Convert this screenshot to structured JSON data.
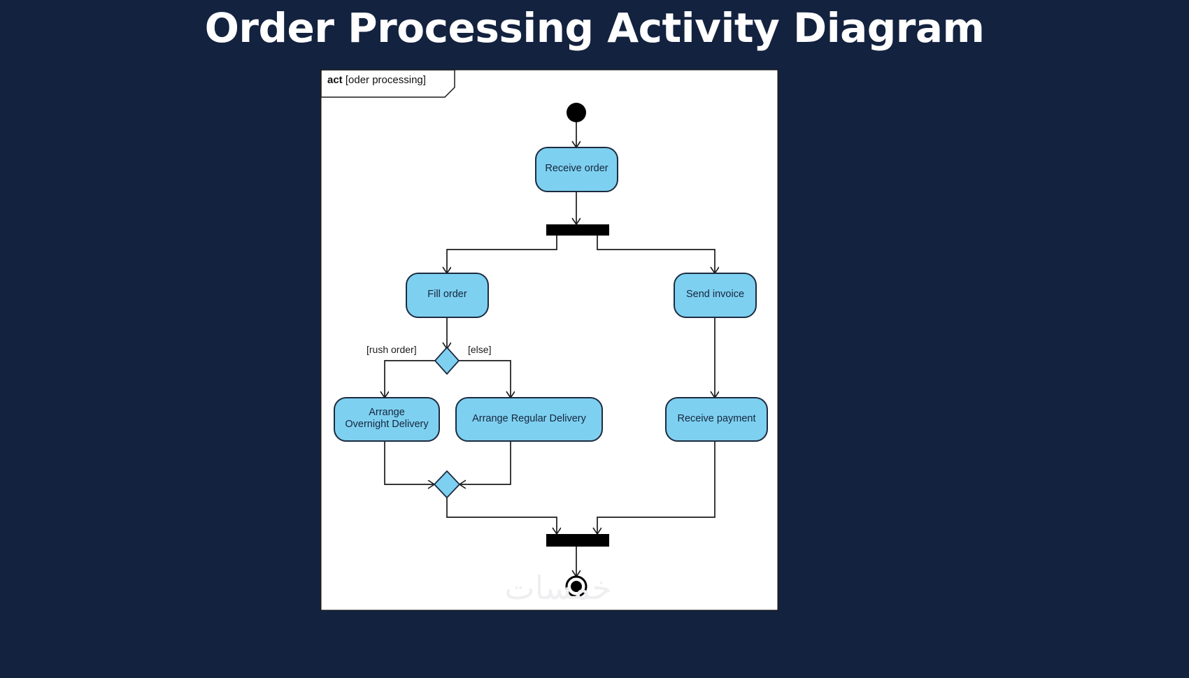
{
  "page": {
    "title": "Order Processing Activity Diagram",
    "background_color": "#13223f",
    "canvas_color": "#ffffff"
  },
  "frame": {
    "keyword": "act",
    "name": "[oder processing]"
  },
  "watermark": {
    "text": "خمسات"
  },
  "theme": {
    "node_fill": "#7ed0f0",
    "node_stroke": "#1d2b3f",
    "line_color": "#1a1a1a",
    "bar_color": "#000000",
    "text_color": "#15263d"
  },
  "diagram": {
    "type": "uml-activity-diagram",
    "nodes": [
      {
        "id": "start",
        "type": "initial-node",
        "label": ""
      },
      {
        "id": "receive-order",
        "type": "action",
        "label": "Receive order"
      },
      {
        "id": "fork",
        "type": "fork-bar",
        "label": ""
      },
      {
        "id": "fill-order",
        "type": "action",
        "label": "Fill order"
      },
      {
        "id": "send-invoice",
        "type": "action",
        "label": "Send invoice"
      },
      {
        "id": "decision",
        "type": "decision-node",
        "label": ""
      },
      {
        "id": "arrange-overnight-delivery",
        "type": "action",
        "label": "Arrange\nOvernight Delivery"
      },
      {
        "id": "arrange-regular-delivery",
        "type": "action",
        "label": "Arrange Regular Delivery"
      },
      {
        "id": "receive-payment",
        "type": "action",
        "label": "Receive payment"
      },
      {
        "id": "merge",
        "type": "merge-node",
        "label": ""
      },
      {
        "id": "join",
        "type": "join-bar",
        "label": ""
      },
      {
        "id": "end",
        "type": "final-node",
        "label": ""
      }
    ],
    "guards": {
      "rush": "[rush order]",
      "else": "[else]"
    },
    "edges": [
      {
        "from": "start",
        "to": "receive-order",
        "guard": ""
      },
      {
        "from": "receive-order",
        "to": "fork",
        "guard": ""
      },
      {
        "from": "fork",
        "to": "fill-order",
        "guard": ""
      },
      {
        "from": "fork",
        "to": "send-invoice",
        "guard": ""
      },
      {
        "from": "fill-order",
        "to": "decision",
        "guard": ""
      },
      {
        "from": "decision",
        "to": "arrange-overnight-delivery",
        "guard": "[rush order]"
      },
      {
        "from": "decision",
        "to": "arrange-regular-delivery",
        "guard": "[else]"
      },
      {
        "from": "arrange-overnight-delivery",
        "to": "merge",
        "guard": ""
      },
      {
        "from": "arrange-regular-delivery",
        "to": "merge",
        "guard": ""
      },
      {
        "from": "send-invoice",
        "to": "receive-payment",
        "guard": ""
      },
      {
        "from": "merge",
        "to": "join",
        "guard": ""
      },
      {
        "from": "receive-payment",
        "to": "join",
        "guard": ""
      },
      {
        "from": "join",
        "to": "end",
        "guard": ""
      }
    ]
  }
}
